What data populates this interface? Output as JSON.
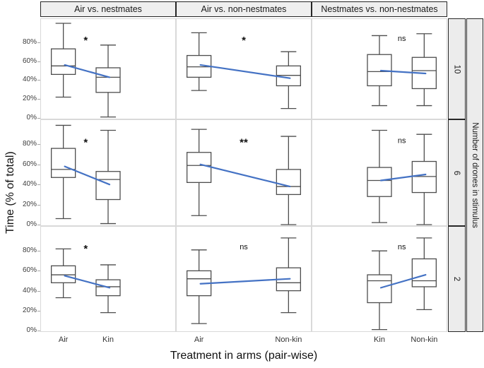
{
  "figure": {
    "y_axis_title": "Time (% of total)",
    "x_axis_title": "Treatment in arms (pair-wise)",
    "right_axis_title": "Number of drones in stimulus",
    "column_headers": [
      "Air vs. nestmates",
      "Air vs. non-nestmates",
      "Nestmates vs. non-nestmates"
    ],
    "row_labels": [
      "10",
      "6",
      "2"
    ]
  },
  "colors": {
    "box_stroke": "#4d4d4d",
    "trend_line": "#4472c4",
    "strip_fill": "#ececec",
    "strip_border": "#262626",
    "panel_border": "#d9d9d9",
    "sig_text": "#111111"
  },
  "chart_data": {
    "type": "boxplot-grid",
    "title": "",
    "xlabel": "Treatment in arms (pair-wise)",
    "ylabel": "Time (% of total)",
    "right_label": "Number of drones in stimulus",
    "columns": [
      "Air vs. nestmates",
      "Air vs. non-nestmates",
      "Nestmates vs. non-nestmates"
    ],
    "rows": [
      "10",
      "6",
      "2"
    ],
    "ylim": [
      0,
      100
    ],
    "y_ticks": [
      {
        "v": 80,
        "label": "80%"
      },
      {
        "v": 60,
        "label": "60%"
      },
      {
        "v": 40,
        "label": "40%"
      },
      {
        "v": 20,
        "label": "20%"
      },
      {
        "v": 0,
        "label": "0%"
      }
    ],
    "grid": false,
    "panels": [
      {
        "row": "10",
        "column": "Air vs. nestmates",
        "significance": "*",
        "boxes": [
          {
            "label": "Air",
            "slot": 0,
            "whisker_low": 22,
            "q1": 46,
            "median": 55,
            "q3": 73,
            "whisker_high": 100
          },
          {
            "label": "Kin",
            "slot": 1,
            "whisker_low": 1,
            "q1": 27,
            "median": 43,
            "q3": 53,
            "whisker_high": 77
          }
        ],
        "trend_line": [
          56,
          43
        ]
      },
      {
        "row": "10",
        "column": "Air vs. non-nestmates",
        "significance": "*",
        "boxes": [
          {
            "label": "Air",
            "slot": 0,
            "whisker_low": 29,
            "q1": 43,
            "median": 54,
            "q3": 66,
            "whisker_high": 90
          },
          {
            "label": "Non-kin",
            "slot": 2,
            "whisker_low": 10,
            "q1": 34,
            "median": 45,
            "q3": 55,
            "whisker_high": 70
          }
        ],
        "trend_line": [
          56,
          42
        ]
      },
      {
        "row": "10",
        "column": "Nestmates vs. non-nestmates",
        "significance": "ns",
        "boxes": [
          {
            "label": "Kin",
            "slot": 1,
            "whisker_low": 13,
            "q1": 34,
            "median": 49,
            "q3": 67,
            "whisker_high": 87
          },
          {
            "label": "Non-kin",
            "slot": 2,
            "whisker_low": 13,
            "q1": 31,
            "median": 50,
            "q3": 64,
            "whisker_high": 89
          }
        ],
        "trend_line": [
          50,
          47
        ]
      },
      {
        "row": "6",
        "column": "Air vs. nestmates",
        "significance": "*",
        "boxes": [
          {
            "label": "Air",
            "slot": 0,
            "whisker_low": 6,
            "q1": 47,
            "median": 55,
            "q3": 76,
            "whisker_high": 99
          },
          {
            "label": "Kin",
            "slot": 1,
            "whisker_low": 1,
            "q1": 25,
            "median": 45,
            "q3": 53,
            "whisker_high": 94
          }
        ],
        "trend_line": [
          58,
          40
        ]
      },
      {
        "row": "6",
        "column": "Air vs. non-nestmates",
        "significance": "**",
        "boxes": [
          {
            "label": "Air",
            "slot": 0,
            "whisker_low": 9,
            "q1": 42,
            "median": 59,
            "q3": 72,
            "whisker_high": 95
          },
          {
            "label": "Non-kin",
            "slot": 2,
            "whisker_low": 0,
            "q1": 30,
            "median": 38,
            "q3": 55,
            "whisker_high": 88
          }
        ],
        "trend_line": [
          60,
          38
        ]
      },
      {
        "row": "6",
        "column": "Nestmates vs. non-nestmates",
        "significance": "ns",
        "boxes": [
          {
            "label": "Kin",
            "slot": 1,
            "whisker_low": 2,
            "q1": 28,
            "median": 44,
            "q3": 57,
            "whisker_high": 94
          },
          {
            "label": "Non-kin",
            "slot": 2,
            "whisker_low": 0,
            "q1": 32,
            "median": 48,
            "q3": 63,
            "whisker_high": 90
          }
        ],
        "trend_line": [
          44,
          50
        ]
      },
      {
        "row": "2",
        "column": "Air vs. nestmates",
        "significance": "*",
        "boxes": [
          {
            "label": "Air",
            "slot": 0,
            "whisker_low": 33,
            "q1": 48,
            "median": 56,
            "q3": 65,
            "whisker_high": 82
          },
          {
            "label": "Kin",
            "slot": 1,
            "whisker_low": 18,
            "q1": 35,
            "median": 44,
            "q3": 51,
            "whisker_high": 66
          }
        ],
        "trend_line": [
          55,
          43
        ]
      },
      {
        "row": "2",
        "column": "Air vs. non-nestmates",
        "significance": "ns",
        "boxes": [
          {
            "label": "Air",
            "slot": 0,
            "whisker_low": 7,
            "q1": 35,
            "median": 52,
            "q3": 60,
            "whisker_high": 81
          },
          {
            "label": "Non-kin",
            "slot": 2,
            "whisker_low": 18,
            "q1": 40,
            "median": 48,
            "q3": 63,
            "whisker_high": 93
          }
        ],
        "trend_line": [
          47,
          52
        ]
      },
      {
        "row": "2",
        "column": "Nestmates vs. non-nestmates",
        "significance": "ns",
        "boxes": [
          {
            "label": "Kin",
            "slot": 1,
            "whisker_low": 1,
            "q1": 28,
            "median": 50,
            "q3": 56,
            "whisker_high": 80
          },
          {
            "label": "Non-kin",
            "slot": 2,
            "whisker_low": 21,
            "q1": 44,
            "median": 50,
            "q3": 72,
            "whisker_high": 93
          }
        ],
        "trend_line": [
          43,
          56
        ]
      }
    ]
  }
}
